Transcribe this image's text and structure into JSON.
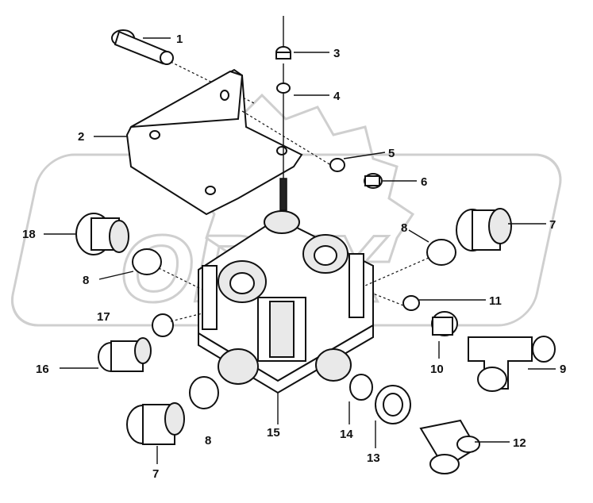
{
  "diagram": {
    "callouts": [
      {
        "id": "c1",
        "label": "1"
      },
      {
        "id": "c2",
        "label": "2"
      },
      {
        "id": "c3",
        "label": "3"
      },
      {
        "id": "c4",
        "label": "4"
      },
      {
        "id": "c5",
        "label": "5"
      },
      {
        "id": "c6",
        "label": "6"
      },
      {
        "id": "c7a",
        "label": "7"
      },
      {
        "id": "c8a",
        "label": "8"
      },
      {
        "id": "c18",
        "label": "18"
      },
      {
        "id": "c8b",
        "label": "8"
      },
      {
        "id": "c11",
        "label": "11"
      },
      {
        "id": "c17",
        "label": "17"
      },
      {
        "id": "c10",
        "label": "10"
      },
      {
        "id": "c9",
        "label": "9"
      },
      {
        "id": "c16",
        "label": "16"
      },
      {
        "id": "c8c",
        "label": "8"
      },
      {
        "id": "c15",
        "label": "15"
      },
      {
        "id": "c14",
        "label": "14"
      },
      {
        "id": "c12",
        "label": "12"
      },
      {
        "id": "c13",
        "label": "13"
      },
      {
        "id": "c7b",
        "label": "7"
      }
    ],
    "watermark": {
      "text": "ORFX"
    }
  }
}
